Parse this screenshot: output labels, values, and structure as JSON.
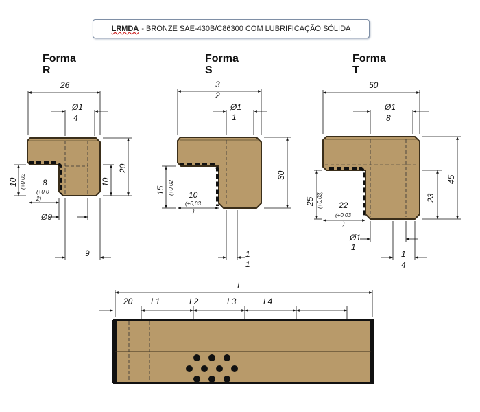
{
  "title": {
    "code": "LRMDA",
    "text": "- BRONZE SAE-430B/C86300 COM LUBRIFICAÇÃO SÓLIDA"
  },
  "forms": [
    {
      "label": "Forma",
      "letter": "R"
    },
    {
      "label": "Forma",
      "letter": "S"
    },
    {
      "label": "Forma",
      "letter": "T"
    }
  ],
  "dims_r": {
    "width": "26",
    "hole_a": "Ø1",
    "hole_b": "4",
    "height": "20",
    "step": "10",
    "left_h": "10",
    "left_tol": "(+0,02",
    "inner": "8",
    "inner_tol": "(+0,0",
    "inner_tol2": "2)",
    "bottom_hole": "Ø9",
    "bottom": "9"
  },
  "dims_s": {
    "width_a": "3",
    "width_b": "2",
    "hole_a": "Ø1",
    "hole_b": "1",
    "height": "30",
    "left_h": "15",
    "left_tol": "(+0,02",
    "inner": "10",
    "inner_tol": "(+0,03",
    "inner_tol2": ")",
    "bottom_a": "1",
    "bottom_b": "1"
  },
  "dims_t": {
    "width": "50",
    "hole_a": "Ø1",
    "hole_b": "8",
    "height": "45",
    "step": "23",
    "left_h": "25",
    "left_tol": "(+0,03)",
    "inner": "22",
    "inner_tol": "(+0,03",
    "inner_tol2": ")",
    "bottom_hole_a": "Ø1",
    "bottom_hole_b": "1",
    "bottom_a": "1",
    "bottom_b": "4"
  },
  "bar": {
    "total": "L",
    "first": "20",
    "l1": "L1",
    "l2": "L2",
    "l3": "L3",
    "l4": "L4"
  },
  "colors": {
    "bronze": "#b89a6a",
    "outline": "#3a2e1a",
    "lube": "#111111",
    "dim": "#111111"
  }
}
